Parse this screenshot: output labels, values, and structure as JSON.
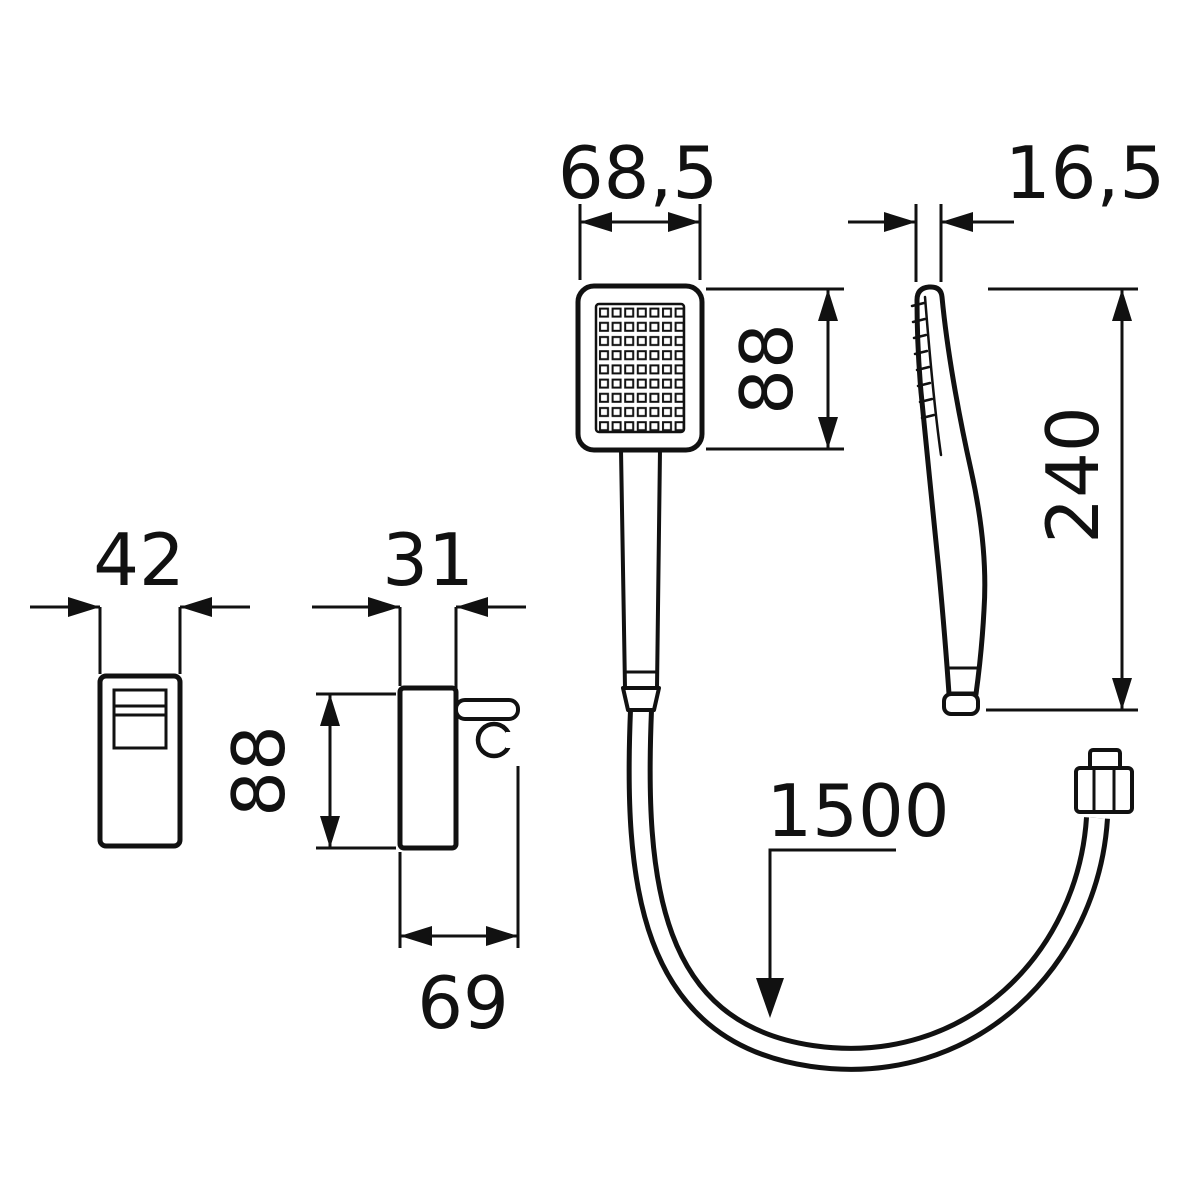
{
  "drawing": {
    "title": "hand-shower-set-dimension-drawing",
    "labels": {
      "head_width": "68,5",
      "head_depth": "16,5",
      "head_height": "88",
      "wand_length": "240",
      "holder_width": "42",
      "holder_side_width": "31",
      "holder_height": "88",
      "holder_depth": "69",
      "hose_length": "1500"
    },
    "colors": {
      "line": "#111111",
      "background": "#ffffff"
    }
  }
}
